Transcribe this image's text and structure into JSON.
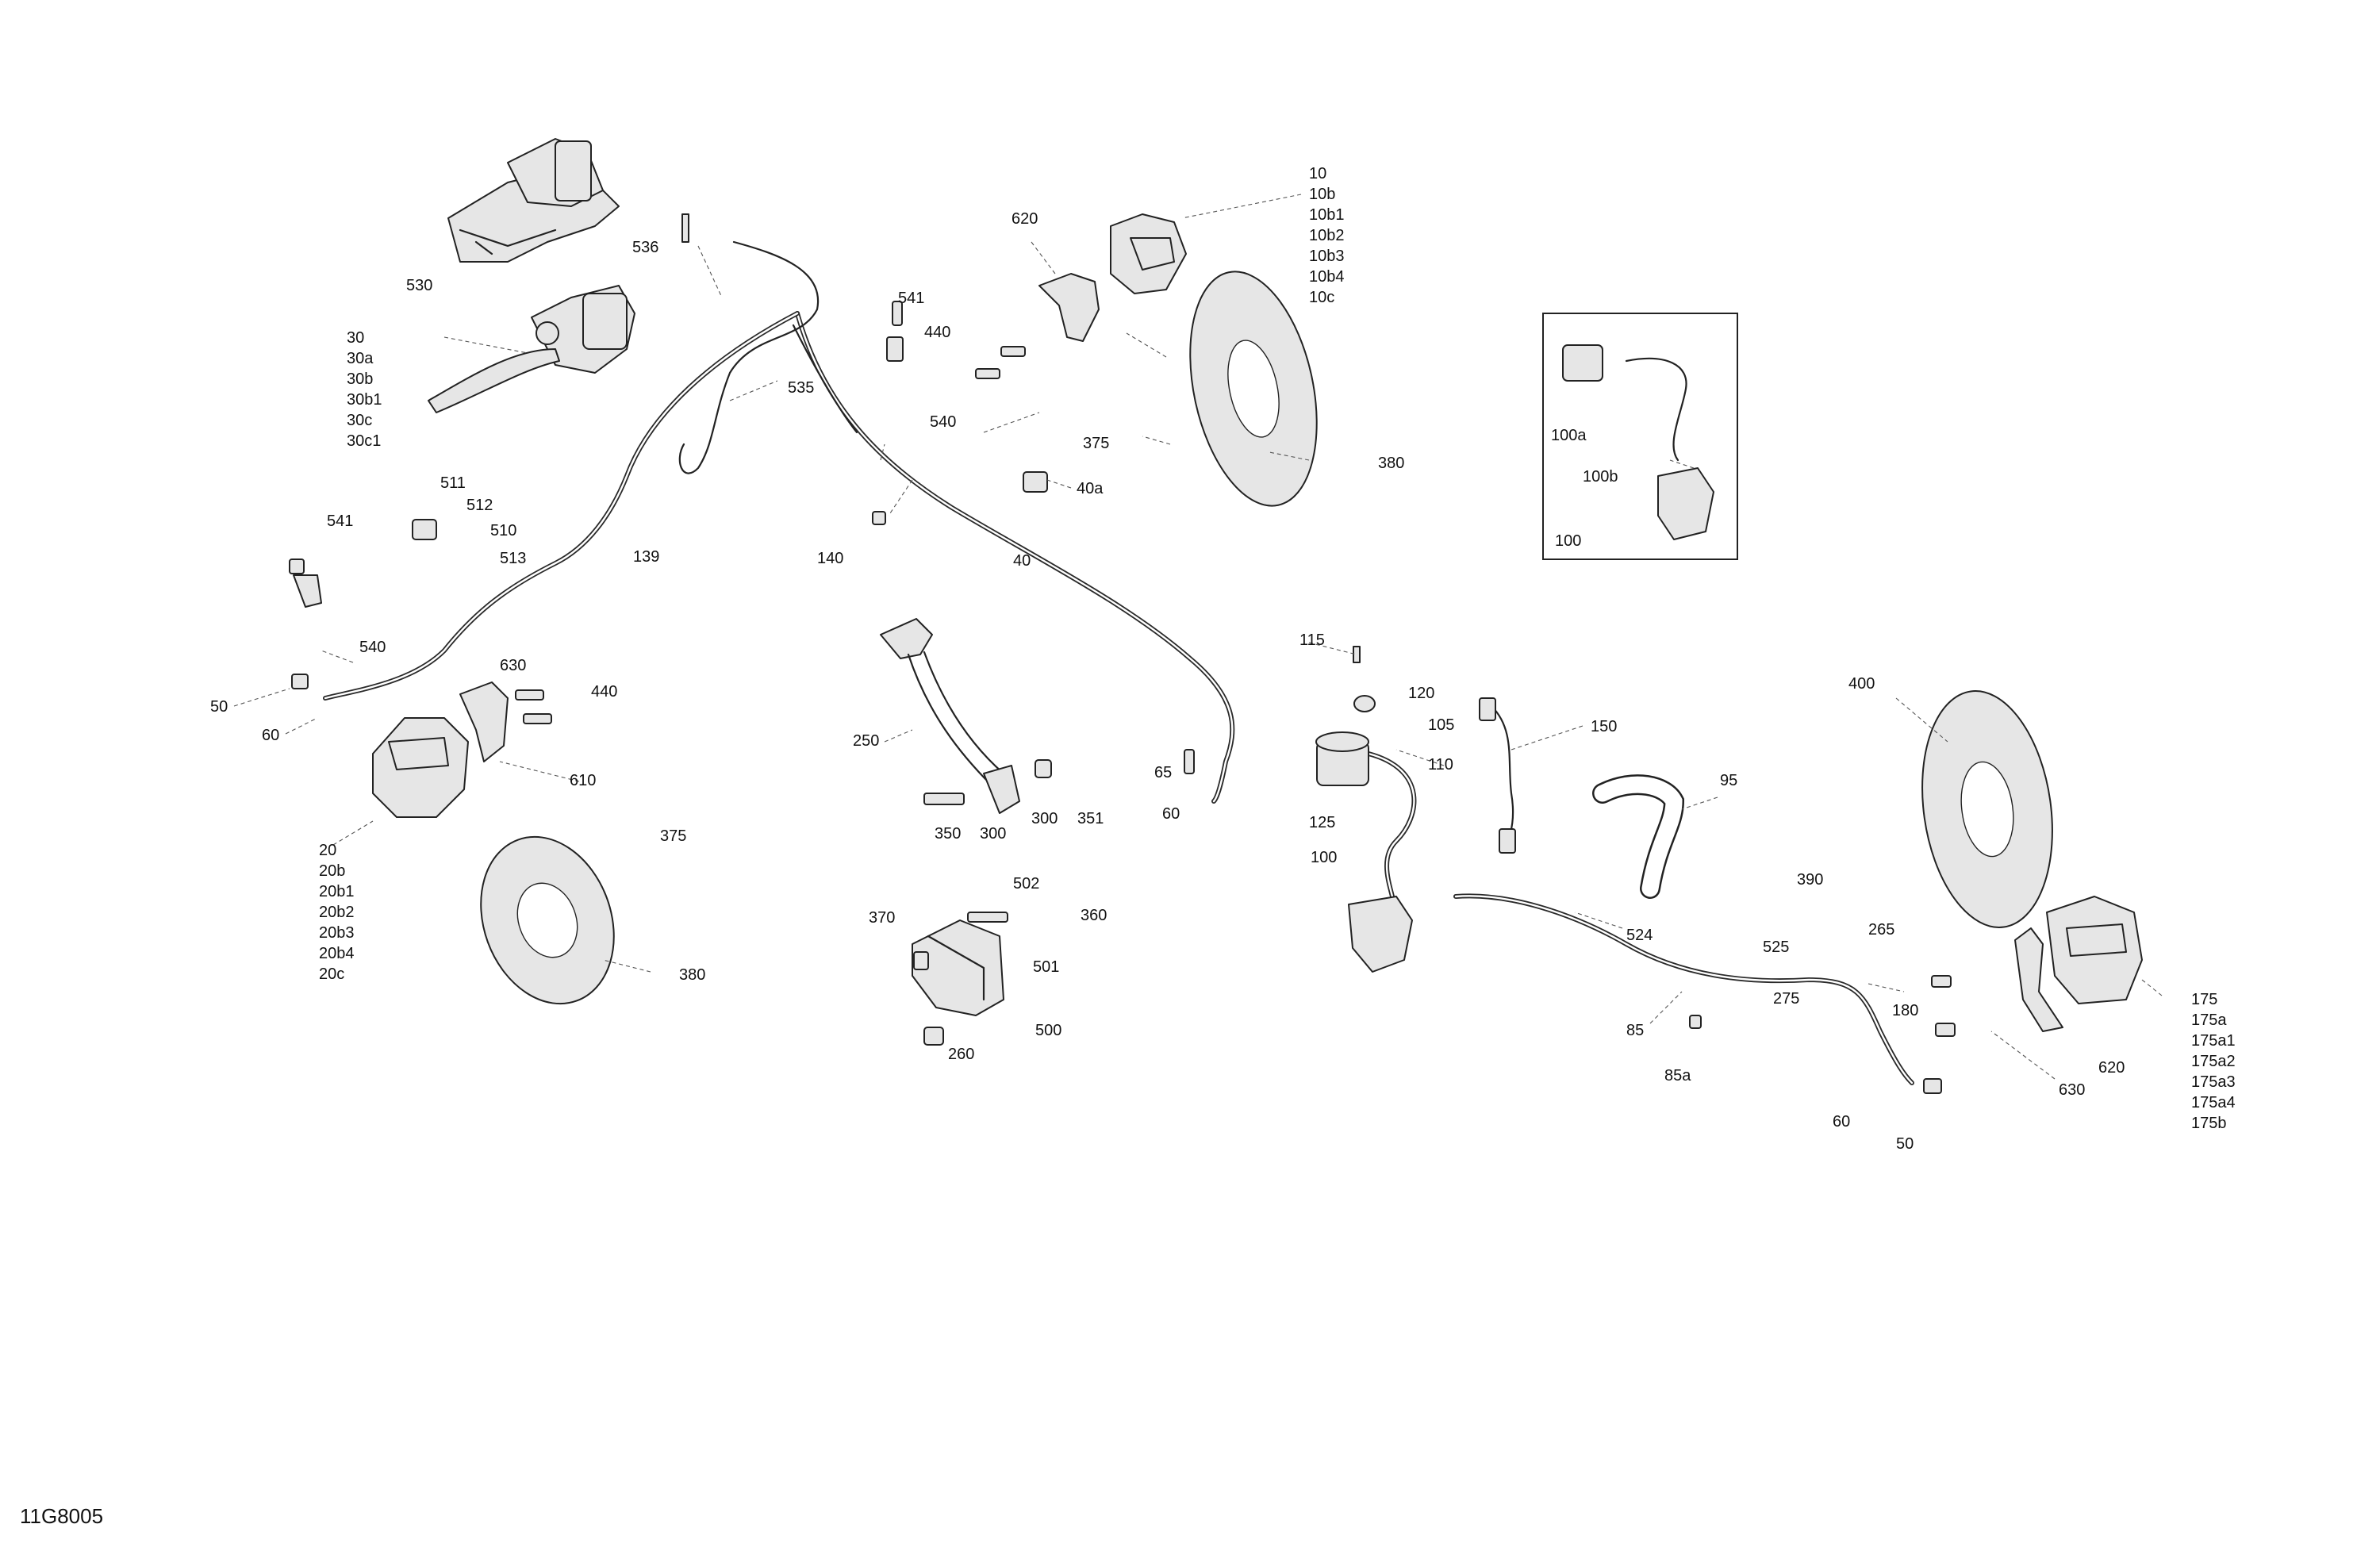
{
  "diagram": {
    "code": "11G8005",
    "labels": {
      "l10": "10",
      "l10b": "10b",
      "l10b1": "10b1",
      "l10b2": "10b2",
      "l10b3": "10b3",
      "l10b4": "10b4",
      "l10c": "10c",
      "l620a": "620",
      "l536": "536",
      "l530": "530",
      "l30": "30",
      "l30a": "30a",
      "l30b": "30b",
      "l30b1": "30b1",
      "l30c": "30c",
      "l30c1": "30c1",
      "l541a": "541",
      "l440a": "440",
      "l535": "535",
      "l540a": "540",
      "l375a": "375",
      "l380a": "380",
      "l40a": "40a",
      "l140": "140",
      "l40": "40",
      "l511": "511",
      "l512": "512",
      "l510": "510",
      "l513": "513",
      "l139": "139",
      "l541b": "541",
      "l540b": "540",
      "l50a": "50",
      "l60a": "60",
      "l630a": "630",
      "l440b": "440",
      "l610": "610",
      "l20": "20",
      "l20b": "20b",
      "l20b1": "20b1",
      "l20b2": "20b2",
      "l20b3": "20b3",
      "l20b4": "20b4",
      "l20c": "20c",
      "l375b": "375",
      "l380b": "380",
      "l250": "250",
      "l350": "350",
      "l300a": "300",
      "l300b": "300",
      "l351": "351",
      "l65": "65",
      "l60b": "60",
      "l502": "502",
      "l370": "370",
      "l360": "360",
      "l501": "501",
      "l500": "500",
      "l260": "260",
      "l100a": "100a",
      "l100b": "100b",
      "l100": "100",
      "l115": "115",
      "l120": "120",
      "l105": "105",
      "l110": "110",
      "l125": "125",
      "l100c": "100",
      "l150": "150",
      "l95": "95",
      "l400": "400",
      "l390": "390",
      "l524": "524",
      "l525": "525",
      "l265": "265",
      "l275": "275",
      "l85": "85",
      "l85a": "85a",
      "l180": "180",
      "l630b": "630",
      "l620b": "620",
      "l175": "175",
      "l175a": "175a",
      "l175a1": "175a1",
      "l175a2": "175a2",
      "l175a3": "175a3",
      "l175a4": "175a4",
      "l175b": "175b",
      "l60c": "60",
      "l50b": "50"
    }
  }
}
